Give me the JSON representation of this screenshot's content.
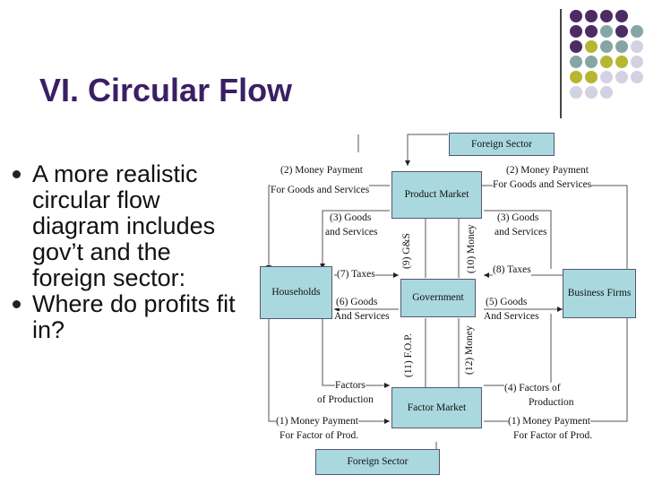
{
  "slide": {
    "title": "VI. Circular Flow",
    "bullets": [
      "A more realistic circular flow diagram includes gov’t and the foreign sector:",
      "Where do profits fit in?"
    ],
    "bullet_lines": [
      [
        "A more realistic",
        "circular flow",
        "diagram includes",
        "gov’t and the",
        "foreign sector:"
      ],
      [
        "Where do profits fit",
        "in?"
      ]
    ]
  },
  "diagram": {
    "boxes": {
      "foreign_sector_top": "Foreign Sector",
      "product_market": "Product Market",
      "households": "Households",
      "government": "Government",
      "business_firms": "Business Firms",
      "factor_market": "Factor Market",
      "foreign_sector_bottom": "Foreign Sector"
    },
    "labels": {
      "l1": "(2) Money Payment",
      "l1b": "For Goods and Services",
      "r1": "(2) Money Payment",
      "r1b": "For Goods and Services",
      "l3": "(3) Goods",
      "l3b": "and Services",
      "r3": "(3) Goods",
      "r3b": "and Services",
      "l7": "(7) Taxes",
      "r8": "(8) Taxes",
      "l6": "(6) Goods",
      "l6b": "And Services",
      "r5": "(5) Goods",
      "r5b": "And Services",
      "lf": "Factors",
      "lfb": "of Production",
      "r4": "(4) Factors of",
      "r4b": "Production",
      "lb1": "(1) Money Payment",
      "lb1b": "For Factor of Prod.",
      "rb1": "(1) Money Payment",
      "rb1b": "For Factor of Prod.",
      "v9": "(9) G&S",
      "v10": "(10) Money",
      "v11": "(11) F.O.P.",
      "v12": "(12) Money"
    }
  },
  "colors": {
    "title": "#3b1f64",
    "box_fill": "#a9d8de",
    "dot_purple": "#4b2d63",
    "dot_teal": "#86a6a6",
    "dot_olive": "#b7b631",
    "dot_lavender": "#d3d2e2"
  }
}
